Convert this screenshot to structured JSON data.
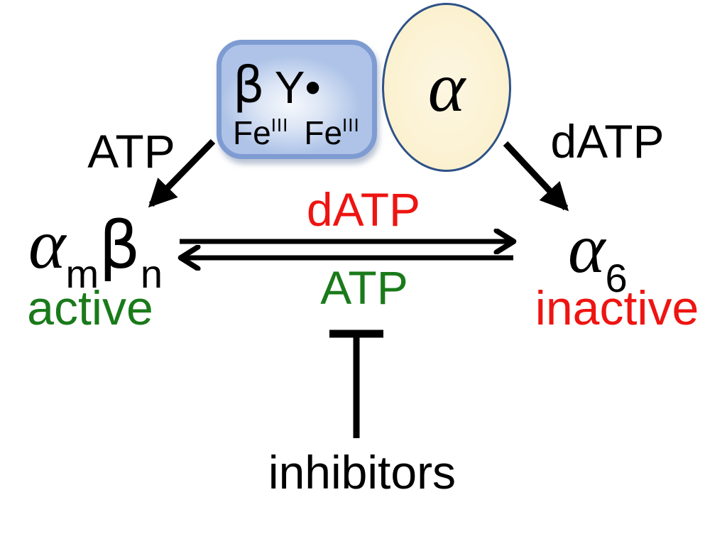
{
  "beta_box": {
    "beta": "β",
    "y_radical": "Y•",
    "fe_left": "Fe",
    "fe_left_sup": "III",
    "fe_right": "Fe",
    "fe_right_sup": "III"
  },
  "alpha_subunit": {
    "label": "α"
  },
  "left_branch": {
    "label": "ATP"
  },
  "right_branch": {
    "label": "dATP"
  },
  "active_complex": {
    "alpha": "α",
    "m_sub": "m",
    "beta": "β",
    "n_sub": "n",
    "state_label": "active"
  },
  "inactive_complex": {
    "alpha": "α",
    "six_sub": "6",
    "state_label": "inactive"
  },
  "equilibrium": {
    "forward_label": "dATP",
    "reverse_label": "ATP"
  },
  "inhibition": {
    "label": "inhibitors"
  },
  "colors": {
    "active_green": "#1a7a1a",
    "inactive_red": "#ee1411",
    "box_border_blue": "#7e9bd2",
    "box_fill_blue": "#bbcdec",
    "ellipse_fill_cream": "#fbf1d0",
    "ellipse_border_navy": "#2e5288",
    "arrow_black": "#000000"
  }
}
